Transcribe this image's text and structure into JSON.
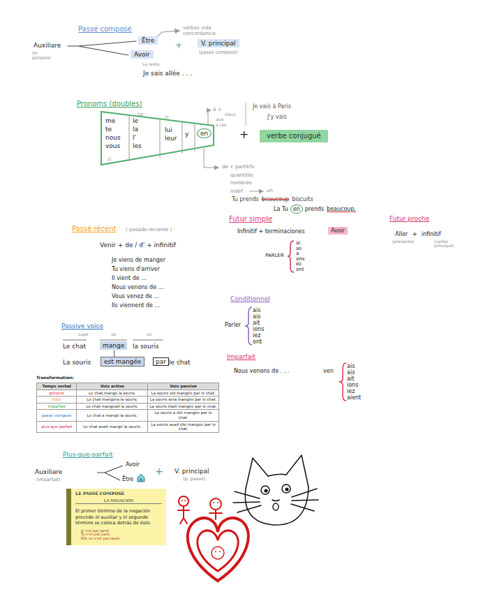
{
  "diagram": {
    "nodes": [
      {
        "text": [
          "Être"
        ]
      },
      {
        "text": [
          "Avoir"
        ]
      },
      {
        "text": [
          "V. principal"
        ]
      },
      {
        "text": [
          "me te nous vous"
        ]
      },
      {
        "text": [
          "le la l' les"
        ]
      },
      {
        "text": [
          "lui leur"
        ]
      },
      {
        "text": [
          "y"
        ]
      },
      {
        "text": [
          "en"
        ]
      },
      {
        "text": [
          "verbe conjugué"
        ]
      },
      {
        "text": [
          "Avoir"
        ]
      },
      {
        "text": [
          "mange"
        ]
      },
      {
        "text": [
          "est mangée"
        ]
      },
      {
        "text": [
          "par"
        ]
      },
      {
        "text": [
          "LE PASSÉ COMPOSÉ",
          "LA NEGACIÓN",
          "El primer término de la negación precede el auxiliar y el segundo término se coloca detrás de éste.",
          "Je n'ai pas parlé.",
          "Tu n'es pas parti.",
          "Elle ne s'est pas lavée."
        ]
      }
    ],
    "edges": [
      {
        "from": 10,
        "to": 11,
        "arrow": "none"
      }
    ],
    "labels": [
      "Passé composé",
      "verbos vida concordancia.",
      "+",
      "Auxiliare",
      "en persone",
      "La resto.",
      "(passé composé)",
      "Je sais allée . . .",
      "Pronoms (doubles)",
      "co",
      "ci",
      "ci",
      "à +",
      "(lieu)",
      "aux",
      "à ces",
      "Je vais à Paris",
      "J'y vais",
      "+",
      "de + partitifs",
      "quantités",
      "nombres",
      "indef",
      "un",
      "Tu prends",
      "beaucoup",
      "biscuits",
      "La Tu",
      "en",
      "prends",
      "beaucoup.",
      "Passé récent",
      "( pasado reciente )",
      "Venir + de / d' + infinitif",
      "Je viens de manger",
      "Tu viens d'arriver",
      "Il vient de ...",
      "Nous venons de ...",
      "Vous venez de ...",
      "Ils viennent de ...",
      "Futur simple",
      "Infinitif + terminaciones",
      "PARLER",
      "ai as a ons ez ont",
      "Futur proche",
      "Aller",
      "+",
      "infinitif",
      "(presente)",
      "(verbo principal)",
      "Conditionnel",
      "Parler",
      "ais ais ait ions iez ont",
      "Imparfait",
      "Nous venons de . . .",
      "ven",
      "ais ais ait ions iez aient",
      "Passive voice",
      "sujet",
      "vb",
      "co",
      "Le chat",
      "la souris",
      "La souris",
      "le chat",
      "Transformation:",
      "Temps verbal",
      "Voix active",
      "Voix passive",
      "présent",
      "Le chat mange la souris.",
      "La souris est mangée par le chat.",
      "futur",
      "Le chat mangera la souris.",
      "La souris sera mangée par le chat.",
      "imparfait",
      "Le chat mangeait la souris.",
      "La souris était mangée par le chat.",
      "passé composé",
      "Le chat a mangé la souris.",
      "La souris a été mangée par le chat.",
      "plus-que-parfait",
      "Le chat avait mangé la souris.",
      "La souris avait été mangée par le chat.",
      "Plus-que-parfait",
      "Auxiliare",
      "(imparfait)",
      "Avoir",
      "Être",
      "+",
      "V. principal",
      "(p. passé)"
    ]
  }
}
